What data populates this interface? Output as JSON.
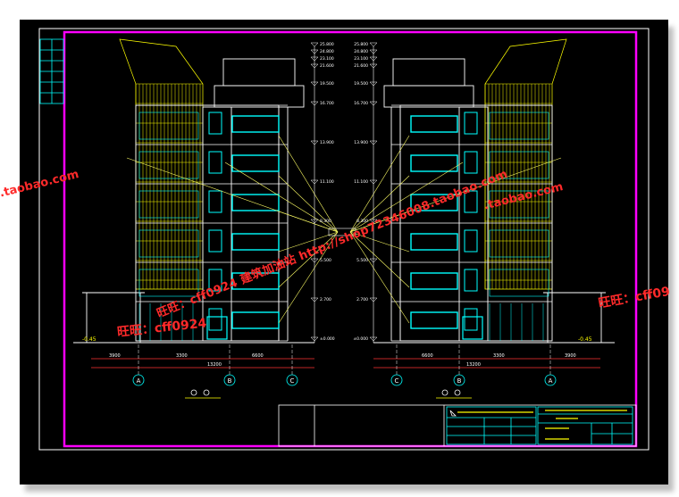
{
  "colors": {
    "background": "#000000",
    "border": "#ff00ff",
    "structure": "#ffffff",
    "windows": "#00ffff",
    "glazing": "#ffff00",
    "leaders": "#ffff66",
    "dimensions": "#ff3333",
    "watermark": "#ff2a2a"
  },
  "levels_left": [
    "25.800",
    "24.800",
    "23.100",
    "21.600",
    "19.500",
    "16.700",
    "13.900",
    "11.100",
    "8.300",
    "5.500",
    "2.700",
    "±0.000"
  ],
  "levels_right": [
    "25.800",
    "24.800",
    "23.100",
    "21.600",
    "19.500",
    "16.700",
    "13.900",
    "11.100",
    "8.300",
    "5.500",
    "2.700",
    "±0.000"
  ],
  "grade_left": "-0.45",
  "grade_right": "-0.45",
  "axes_left": [
    "A",
    "B",
    "C"
  ],
  "axes_right": [
    "C",
    "B",
    "A"
  ],
  "dims_left": [
    "3900",
    "3300",
    "6600",
    "13200"
  ],
  "dims_right": [
    "6600",
    "3300",
    "3900",
    "13200"
  ],
  "watermarks": {
    "top_left": ".taobao.com",
    "center": "旺旺：cff0924 建筑加油站 http://shop72346008.taobao.com",
    "bottom_left": "旺旺：cff0924",
    "right_mid": "旺旺：cff09",
    "right_top": ".taobao.com"
  }
}
